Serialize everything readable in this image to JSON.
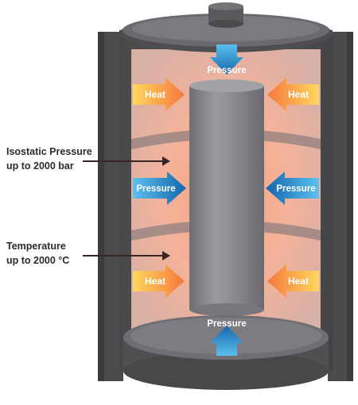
{
  "annotations": {
    "isostatic_line1": "Isostatic Pressure",
    "isostatic_line2": "up to 2000 bar",
    "temperature_line1": "Temperature",
    "temperature_line2": "up to 2000 °C"
  },
  "arrows": {
    "pressure_label": "Pressure",
    "heat_label": "Heat"
  },
  "colors": {
    "vessel": "#5d5d60",
    "vessel_dark": "#3e3e41",
    "cylinder": "#848489",
    "heat": "#f5894a",
    "heat_light": "#ffd25a",
    "pressure": "#1f7fc4",
    "pressure_light": "#4fb0e8",
    "glow": "#f7a98c"
  },
  "icons": [
    "pressure-arrow",
    "heat-arrow",
    "pointer-arrow"
  ]
}
